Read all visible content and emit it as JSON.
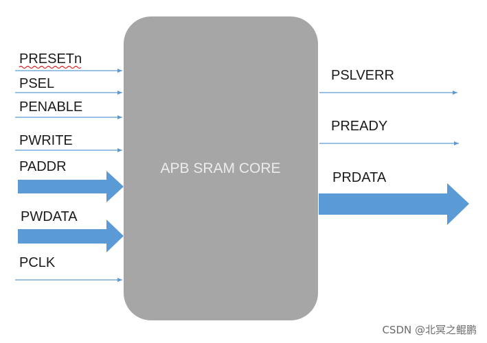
{
  "block": {
    "label": "APB SRAM CORE"
  },
  "inputs": [
    {
      "label": "PRESETn",
      "kind": "wire"
    },
    {
      "label": "PSEL",
      "kind": "wire"
    },
    {
      "label": "PENABLE",
      "kind": "wire"
    },
    {
      "label": "PWRITE",
      "kind": "wire"
    },
    {
      "label": "PADDR",
      "kind": "bus"
    },
    {
      "label": "PWDATA",
      "kind": "bus"
    },
    {
      "label": "PCLK",
      "kind": "wire"
    }
  ],
  "outputs": [
    {
      "label": "PSLVERR",
      "kind": "wire"
    },
    {
      "label": "PREADY",
      "kind": "wire"
    },
    {
      "label": "PRDATA",
      "kind": "bus"
    }
  ],
  "watermark": "CSDN @北冥之鲲鹏",
  "colors": {
    "block_fill": "#a6a6a6",
    "block_text": "#ececec",
    "wire": "#5b9bd5",
    "bus_fill": "#5b9bd5",
    "label_text": "#1a1a1a",
    "spellcheck_underline": "#e02020"
  }
}
